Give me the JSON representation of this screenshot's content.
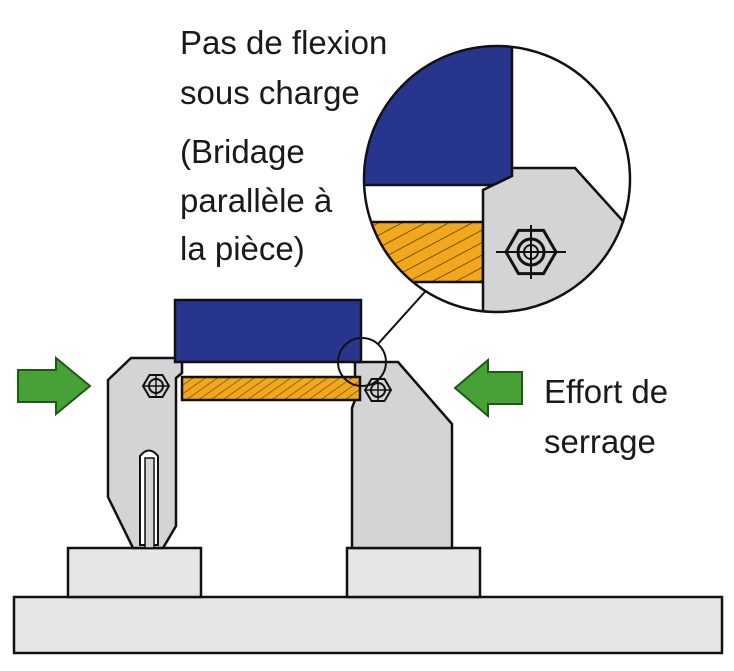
{
  "labels": {
    "no_bending": "Pas de flexion",
    "under_load": "sous charge",
    "clamp_line1": "(Bridage",
    "clamp_line2": "parallèle à",
    "clamp_line3": "la pièce)",
    "clamping_force_line1": "Effort de",
    "clamping_force_line2": "serrage"
  },
  "colors": {
    "workpiece_blue": "#27368c",
    "part_orange": "#f2a81d",
    "arrow_green": "#46a236",
    "clamp_gray": "#d4d4d6",
    "base_gray": "#e6e6e8",
    "outline": "#111111"
  },
  "icons": {
    "bolt": "hex-bolt-icon",
    "arrow_left": "arrow-right-icon",
    "arrow_right": "arrow-left-icon"
  }
}
